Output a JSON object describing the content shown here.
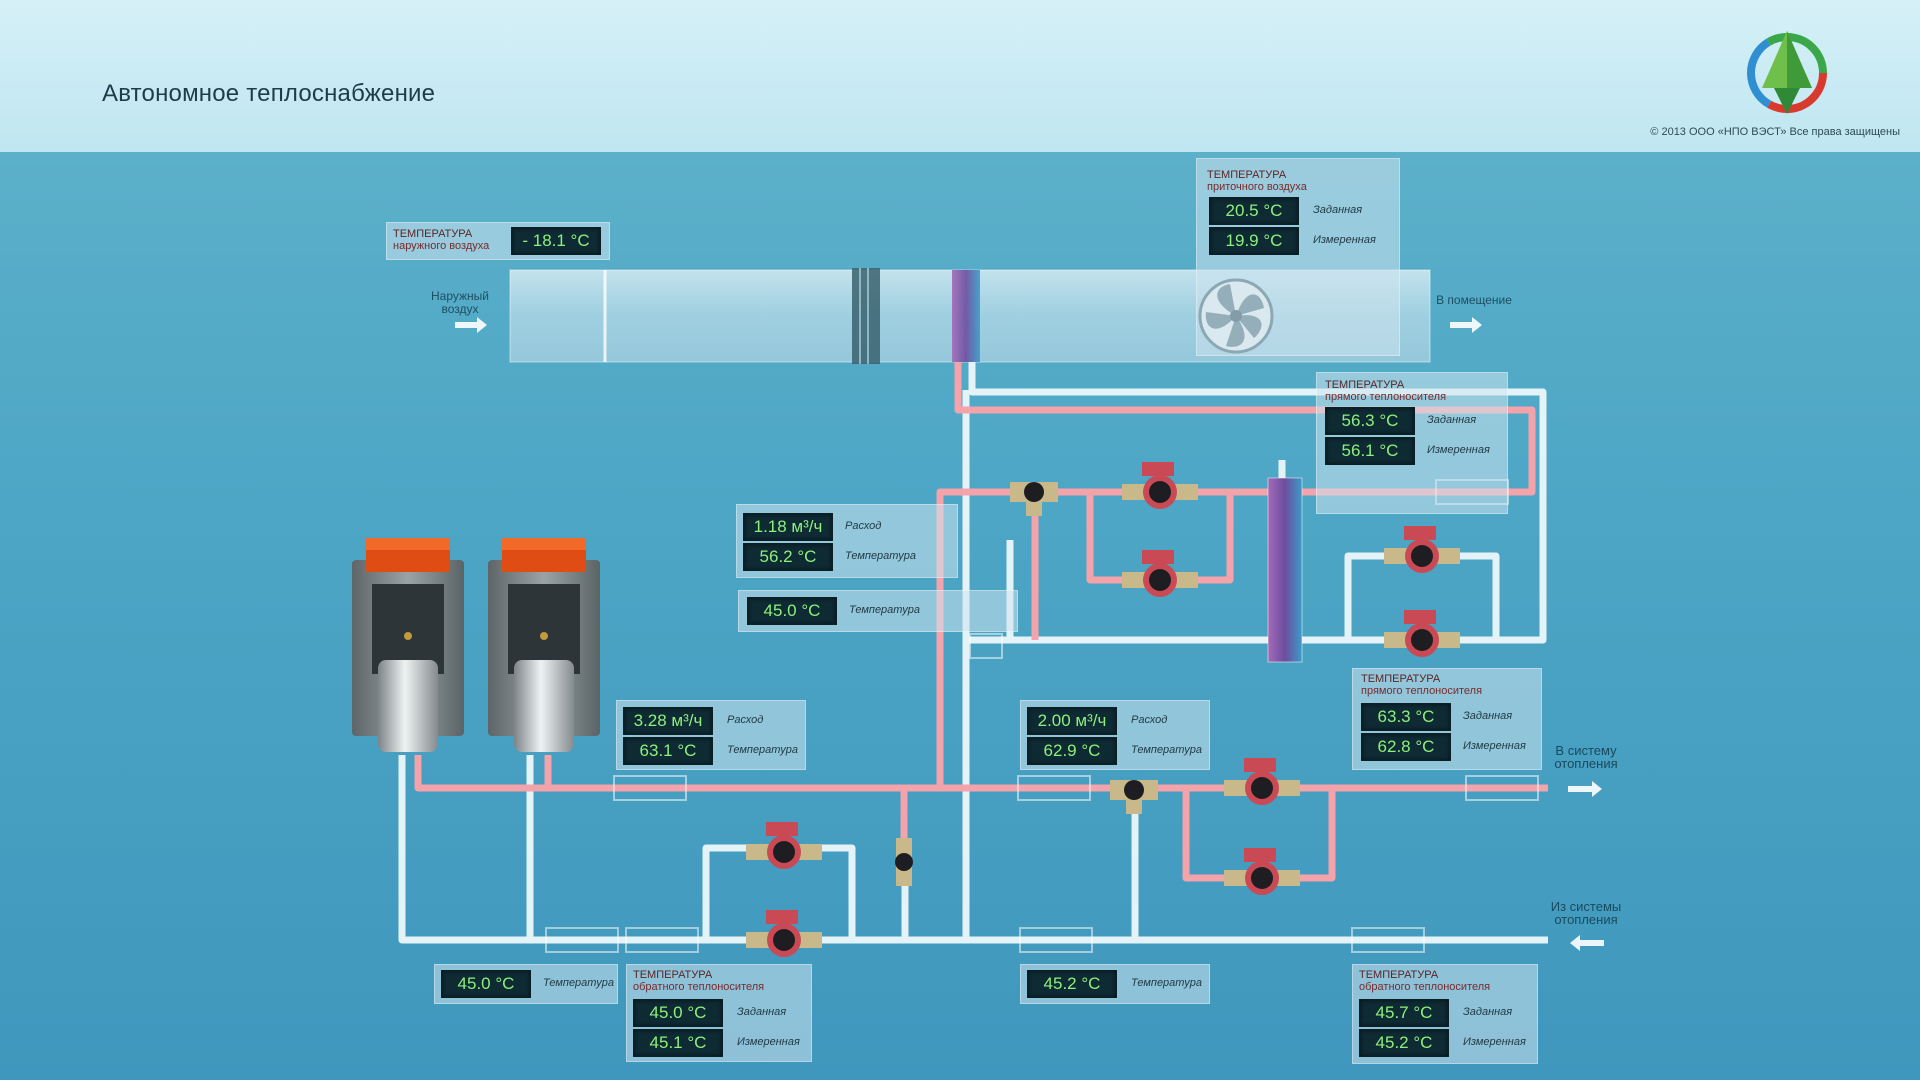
{
  "header": {
    "title": "Автономное теплоснабжение",
    "copyright": "© 2013 ООО «НПО ВЭСТ» Все права защищены",
    "logo_icon": "logo-icon"
  },
  "colors": {
    "display_bg": "#0e2a33",
    "display_text": "#8ef07c",
    "hot_pipe": "#f2a0a5",
    "cold_pipe": "#e2f2f8",
    "boiler_top": "#ef5a1e"
  },
  "outdoor": {
    "title_1": "ТЕМПЕРАТУРА",
    "title_2": "наружного воздуха",
    "value": "- 18.1 °C"
  },
  "supply_air": {
    "title_1": "ТЕМПЕРАТУРА",
    "title_2": "приточного воздуха",
    "set_value": "20.5 °C",
    "set_label": "Заданная",
    "meas_value": "19.9 °C",
    "meas_label": "Измеренная"
  },
  "flow_labels": {
    "outside_air": "Наружный воздух",
    "to_room": "В помещение",
    "to_heating": "В систему отопления",
    "from_heating": "Из системы отопления"
  },
  "direct_coolant_1": {
    "title_1": "ТЕМПЕРАТУРА",
    "title_2": "прямого теплоносителя",
    "set_value": "56.3 °C",
    "set_label": "Заданная",
    "meas_value": "56.1 °C",
    "meas_label": "Измеренная"
  },
  "vent_circuit": {
    "flow_value": "1.18 м³/ч",
    "flow_label": "Расход",
    "temp_value": "56.2 °C",
    "temp_label": "Температура",
    "return_value": "45.0 °C",
    "return_label": "Температура"
  },
  "boiler_out": {
    "flow_value": "3.28 м³/ч",
    "flow_label": "Расход",
    "temp_value": "63.1 °C",
    "temp_label": "Температура"
  },
  "heating_branch": {
    "flow_value": "2.00 м³/ч",
    "flow_label": "Расход",
    "temp_value": "62.9 °C",
    "temp_label": "Температура"
  },
  "direct_coolant_2": {
    "title_1": "ТЕМПЕРАТУРА",
    "title_2": "прямого теплоносителя",
    "set_value": "63.3 °C",
    "set_label": "Заданная",
    "meas_value": "62.8 °C",
    "meas_label": "Измеренная"
  },
  "return_left": {
    "value": "45.0 °C",
    "label": "Температура"
  },
  "return_coolant_1": {
    "title_1": "ТЕМПЕРАТУРА",
    "title_2": "обратного теплоносителя",
    "set_value": "45.0 °C",
    "set_label": "Заданная",
    "meas_value": "45.1 °C",
    "meas_label": "Измеренная"
  },
  "return_mid": {
    "value": "45.2 °C",
    "label": "Температура"
  },
  "return_coolant_2": {
    "title_1": "ТЕМПЕРАТУРА",
    "title_2": "обратного теплоносителя",
    "set_value": "45.7 °C",
    "set_label": "Заданная",
    "meas_value": "45.2 °C",
    "meas_label": "Измеренная"
  }
}
